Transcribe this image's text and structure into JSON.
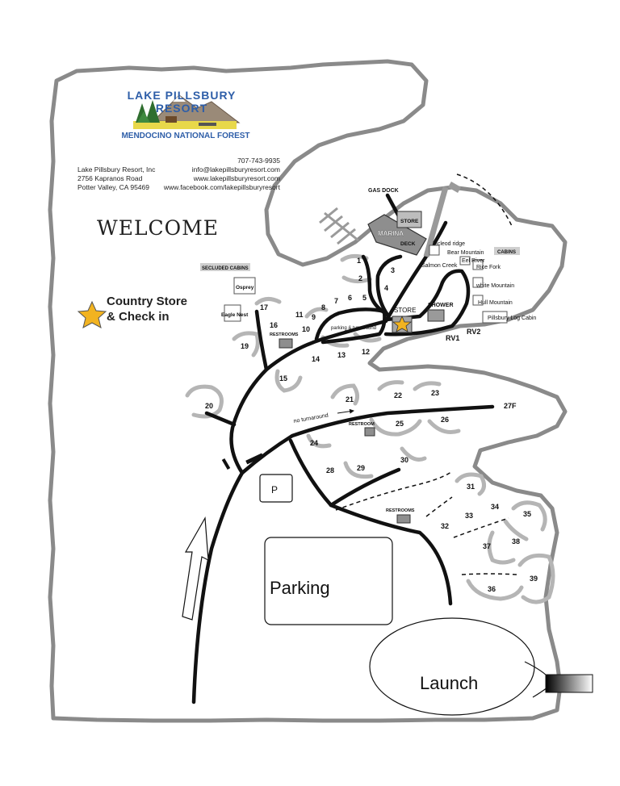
{
  "header": {
    "logo_title": "LAKE PILLSBURY RESORT",
    "logo_subtitle": "MENDOCINO NATIONAL FOREST",
    "address": [
      "Lake Pillsbury Resort, Inc",
      "2756 Kapranos Road",
      "Potter Valley, CA 95469"
    ],
    "contact": [
      "707-743-9935",
      "info@lakepillsburyresort.com",
      "www.lakepillsburyresort.com",
      "www.facebook.com/lakepillsburyresort"
    ],
    "welcome": "WELCOME"
  },
  "legend": {
    "store_line1": "Country Store",
    "store_line2": "& Check in",
    "star_color": "#f2b320"
  },
  "areas": {
    "parking": "Parking",
    "launch": "Launch",
    "p_sign": "P",
    "marina": "MARINA",
    "deck": "DECK",
    "store_dock": "STORE",
    "gas_dock": "GAS DOCK",
    "store": "STORE",
    "shower": "SHOWER",
    "parking_turnaround": "parking & turnaround",
    "no_turnaround": "no turnaround",
    "rv1": "RV1",
    "rv2": "RV2",
    "restrooms_a": "RESTROOMS",
    "restroom_b": "RESTROOM",
    "restrooms_c": "RESTROOMS",
    "secluded_cabins": "SECLUDED CABINS",
    "cabins": "CABINS"
  },
  "cabins": {
    "osprey": "Osprey",
    "eagle_nest": "Eagle Nest",
    "mcleod_ridge": "Mcleod ridge",
    "bear_mountain": "Bear Mountain",
    "eel_river": "Eel River",
    "salmon_creek": "Salmon Creek",
    "rice_fork": "Rice Fork",
    "white_mountain": "white Mountain",
    "hull_mountain": "Hull Mountain",
    "pillsbury_log_cabin": "Pillsbury Log Cabin"
  },
  "sites": {
    "s1": "1",
    "s2": "2",
    "s3": "3",
    "s4": "4",
    "s5": "5",
    "s6": "6",
    "s7": "7",
    "s8": "8",
    "s9": "9",
    "s10": "10",
    "s11": "11",
    "s12": "12",
    "s13": "13",
    "s14": "14",
    "s15": "15",
    "s16": "16",
    "s17": "17",
    "s19": "19",
    "s20": "20",
    "s21": "21",
    "s22": "22",
    "s23": "23",
    "s24": "24",
    "s25": "25",
    "s26": "26",
    "s27f": "27F",
    "s28": "28",
    "s29": "29",
    "s30": "30",
    "s31": "31",
    "s32": "32",
    "s33": "33",
    "s34": "34",
    "s35": "35",
    "s36": "36",
    "s37": "37",
    "s38": "38",
    "s39": "39"
  },
  "colors": {
    "border": "#8a8a8a",
    "road": "#111111",
    "site_outline": "#b5b5b5",
    "building": "#8e8e8e",
    "logo_text": "#2e5ea8"
  }
}
